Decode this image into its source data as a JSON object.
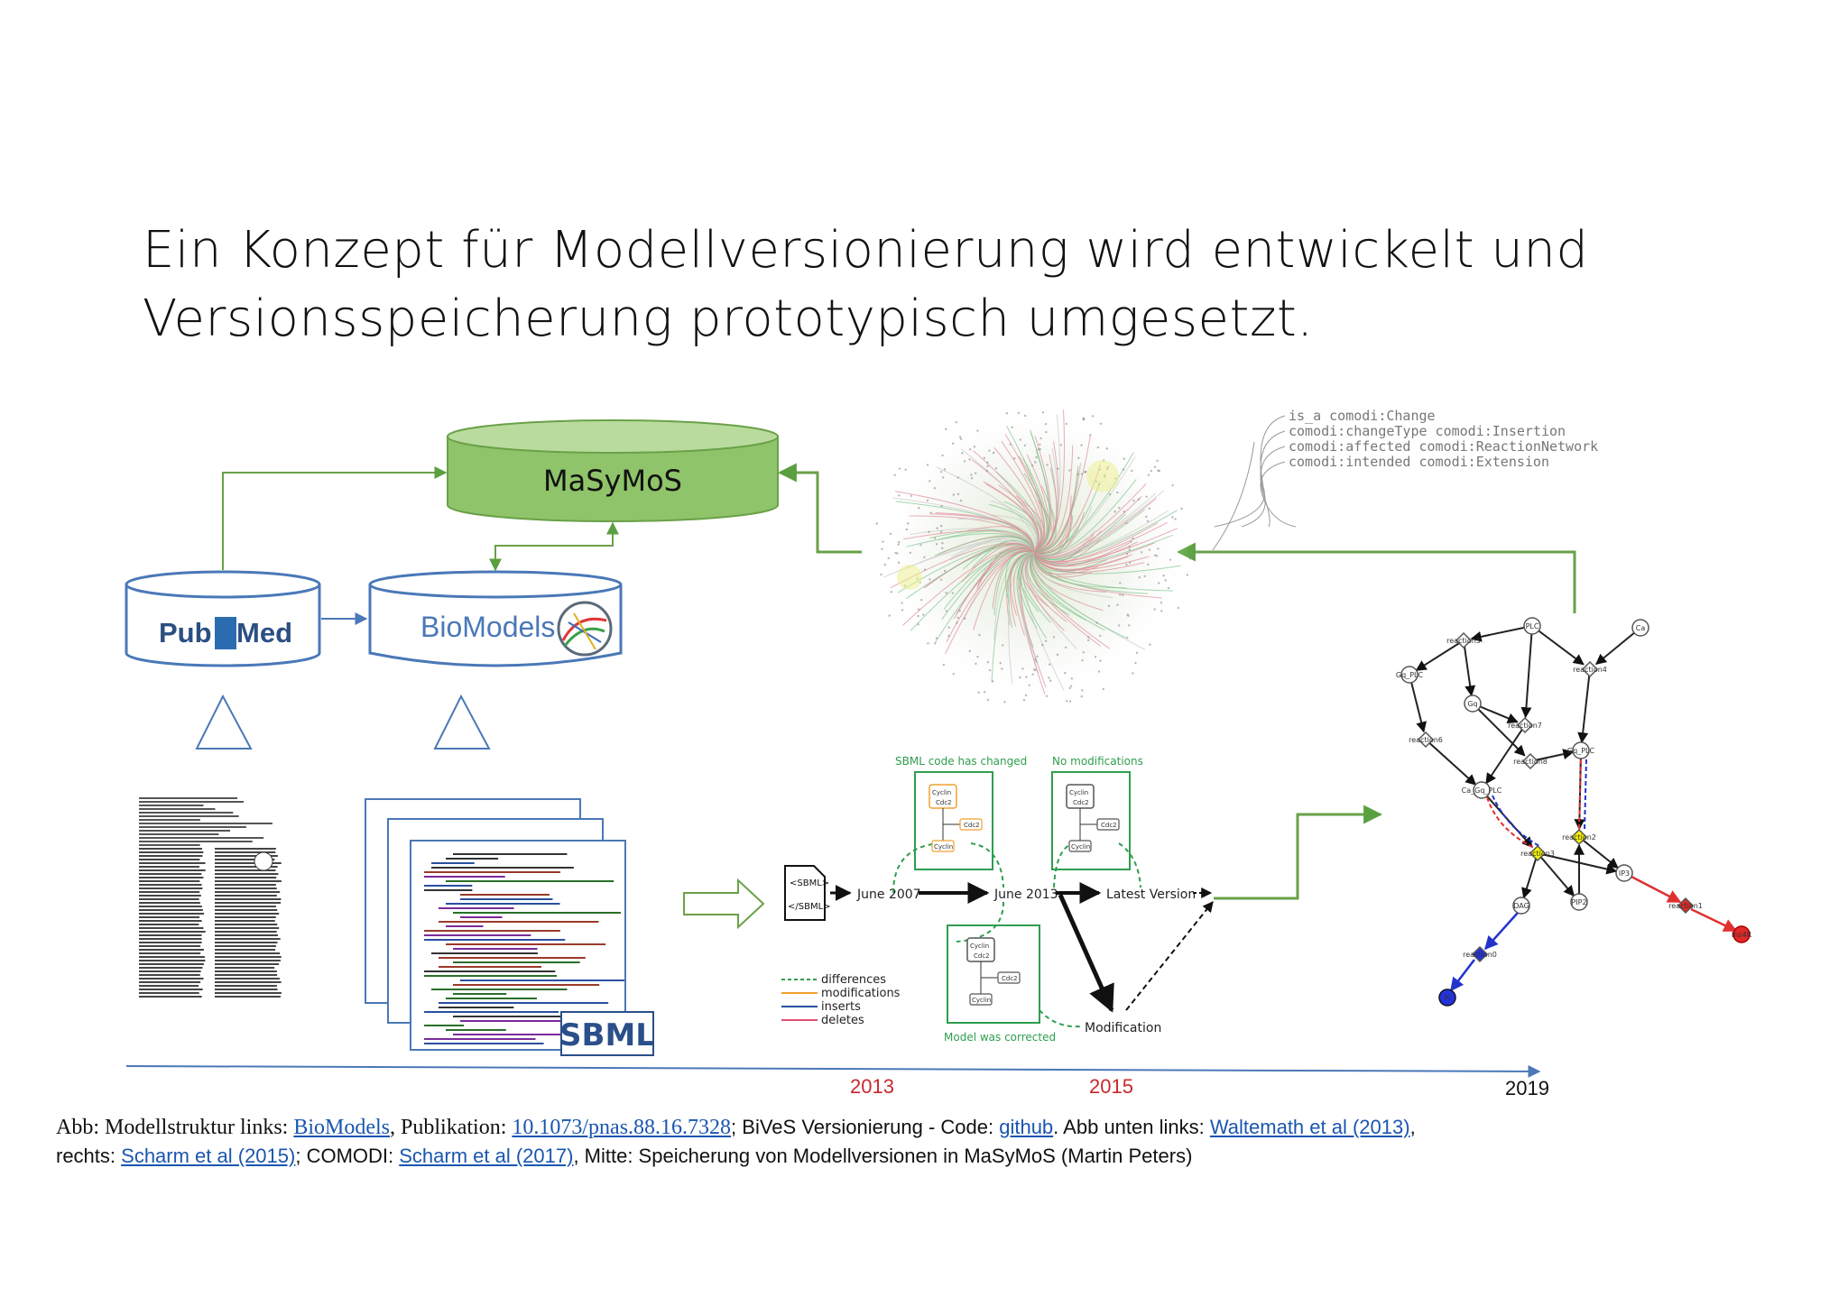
{
  "slide": {
    "title_line1": "Ein Konzept für Modellversionierung wird entwickelt und",
    "title_line2": "Versionsspeicherung prototypisch umgesetzt."
  },
  "databases": {
    "masymos": "MaSyMoS",
    "pubmed_a": "Pub",
    "pubmed_b": "Med",
    "biomodels": "BioModels"
  },
  "sbml_logo": "SBML",
  "comodi_triples": [
    "is_a comodi:Change",
    "comodi:changeType comodi:Insertion",
    "comodi:affected comodi:ReactionNetwork",
    "comodi:intended comodi:Extension"
  ],
  "versioning": {
    "file_top": "<SBML>",
    "file_bottom": "</SBML>",
    "june2007": "June 2007",
    "june2013": "June 2013",
    "latest": "Latest Version",
    "modification": "Modification",
    "box_changed": "SBML code has changed",
    "box_nomod": "No modifications",
    "box_corrected": "Model was corrected",
    "node_cyclin": "Cyclin",
    "node_cdc2": "Cdc2",
    "legend": [
      {
        "label": "differences",
        "color": "#2e9e4e"
      },
      {
        "label": "modifications",
        "color": "#f0a030"
      },
      {
        "label": "inserts",
        "color": "#2a4fa0"
      },
      {
        "label": "deletes",
        "color": "#e05070"
      }
    ]
  },
  "network_nodes": {
    "reaction5": "reaction5",
    "plc": "PLC",
    "ca": "Ca",
    "gq_plc": "Gq_PLC",
    "reaction4": "reaction4",
    "gq": "Gq",
    "reaction7": "reaction7",
    "reaction6": "reaction6",
    "reaction8": "reaction8",
    "gq_plc2": "Gq_PLC",
    "ca_gq_plc": "Ca_Gq_PLC",
    "reaction3": "reaction3",
    "reaction2": "reaction2",
    "ip3": "IP3",
    "dag": "DAG",
    "pip2": "PIP2",
    "reaction1": "reaction1",
    "ins4r": "Ins4R",
    "reaction0": "reaction0",
    "pi": "PI"
  },
  "timeline": {
    "y2013": "2013",
    "y2015": "2015",
    "y2019": "2019",
    "year_red": "#c8282e"
  },
  "caption": {
    "p1": "Abb: Modellstruktur links: ",
    "l1": "BioModels",
    "p2": ", Publikation: ",
    "l2": "10.1073/pnas.88.16.7328",
    "p3": "; BiVeS Versionierung - Code: ",
    "l3": "github",
    "p4": ". Abb unten links: ",
    "l4": "Waltemath et al (2013)",
    "p5": ",",
    "p6": "rechts:  ",
    "l5": "Scharm et al (2015)",
    "p7": "; COMODI: ",
    "l6": "Scharm et al (2017)",
    "p8": ", Mitte: Speicherung von Modellversionen in MaSyMoS (Martin Peters)"
  }
}
